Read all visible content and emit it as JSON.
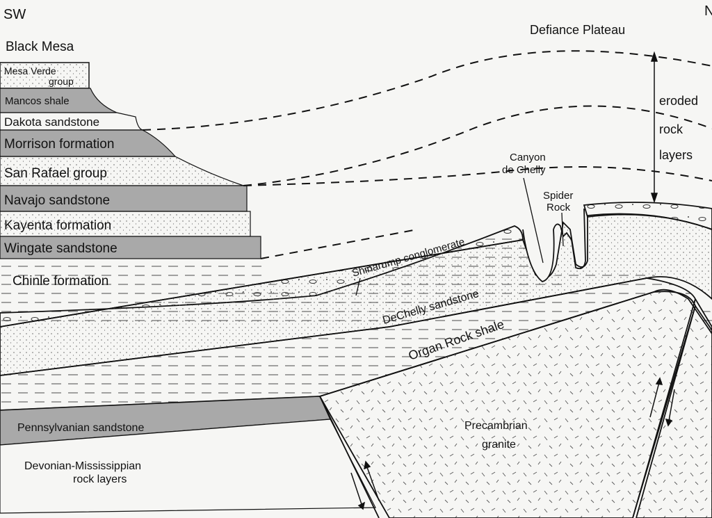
{
  "directions": {
    "left": "SW",
    "right": "N"
  },
  "places": {
    "black_mesa": "Black Mesa",
    "defiance_plateau": "Defiance Plateau",
    "canyon_de_chelly": [
      "Canyon",
      "de Chelly"
    ],
    "spider_rock": [
      "Spider",
      "Rock"
    ],
    "eroded": [
      "eroded",
      "rock",
      "layers"
    ]
  },
  "layers": {
    "mesa_verde": [
      "Mesa Verde",
      "group"
    ],
    "mancos": "Mancos shale",
    "dakota": "Dakota sandstone",
    "morrison": "Morrison formation",
    "san_rafael": "San Rafael group",
    "navajo": "Navajo sandstone",
    "kayenta": "Kayenta formation",
    "wingate": "Wingate sandstone",
    "chinle": "Chinle formation",
    "shinarump": "Shinarump conglomerate",
    "dechelly": "DeChelly sandstone",
    "organ_rock": "Organ Rock shale",
    "pennsylvanian": "Pennsylvanian sandstone",
    "devonian": [
      "Devonian-Mississippian",
      "rock layers"
    ],
    "precambrian": [
      "Precambrian",
      "granite"
    ]
  },
  "colors": {
    "gray_layer": "#a9a9a9",
    "paper": "#f6f6f4",
    "ink": "#111111"
  }
}
